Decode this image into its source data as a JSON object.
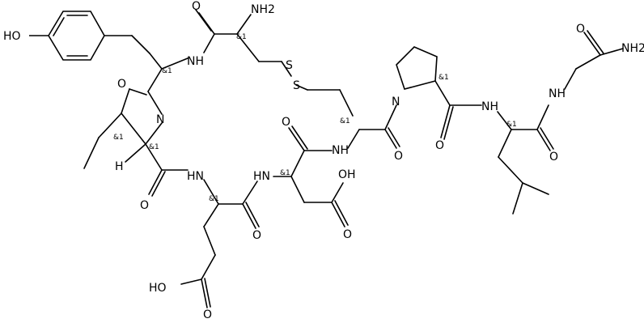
{
  "labels": {
    "nh2_top": "NH2",
    "nh2_right": "NH2",
    "oh_phenol": "HO",
    "oh_asp": "OH",
    "oh_glu": "HO",
    "n_ring_left": "N",
    "s1": "S",
    "s2": "S",
    "h_ile": "H",
    "stereo_mark": "&1"
  },
  "atoms": {
    "O": "O",
    "NH": "NH",
    "HN": "HN",
    "H": "H"
  }
}
